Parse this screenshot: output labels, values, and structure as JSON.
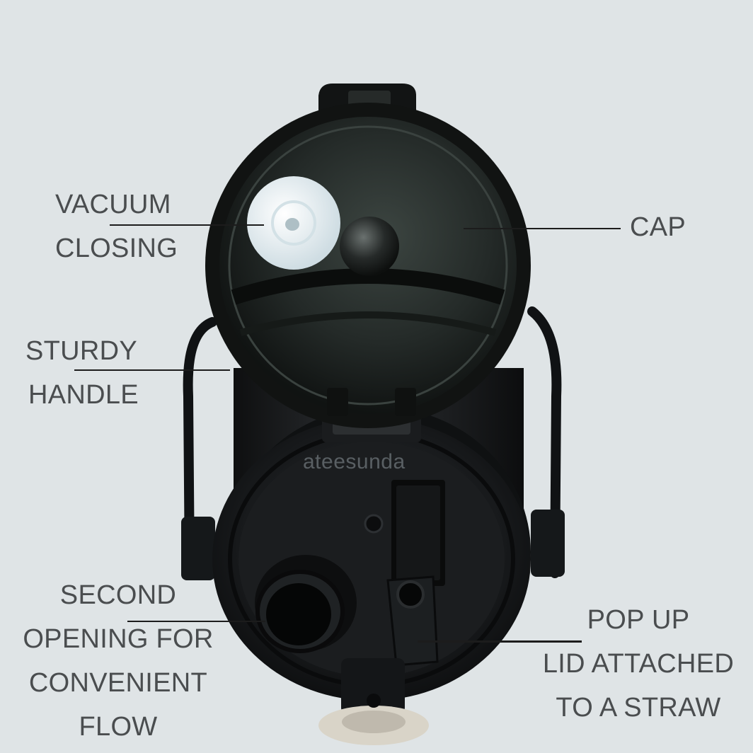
{
  "labels": {
    "vacuum": {
      "line1": "VACUUM",
      "line2": "CLOSING"
    },
    "cap": {
      "line1": "CAP"
    },
    "handle": {
      "line1": "STURDY",
      "line2": "HANDLE"
    },
    "second": {
      "line1": "SECOND",
      "line2": "OPENING FOR",
      "line3": "CONVENIENT",
      "line4": "FLOW"
    },
    "popup": {
      "line1": "POP UP",
      "line2": "LID ATTACHED",
      "line3": "TO A STRAW"
    }
  },
  "watermark": "ateesunda",
  "colors": {
    "background": "#dfe4e6",
    "label_text": "#4a4d4f",
    "leader_line": "#1c1c1c",
    "bottle_black": "#141618",
    "lid_smoke": "#2a302e",
    "seal_white": "#e8eef0",
    "hinge_beige": "#d9d4c8"
  }
}
